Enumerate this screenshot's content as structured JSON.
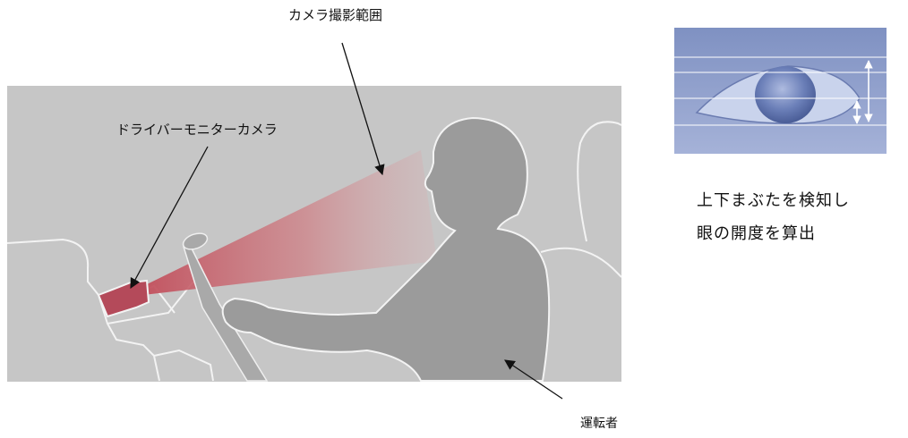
{
  "labels": {
    "camera_range": "カメラ撮影範囲",
    "driver_monitor_camera": "ドライバーモニターカメラ",
    "driver": "運転者",
    "eye_desc_line1": "上下まぶたを検知し",
    "eye_desc_line2": "眼の開度を算出"
  },
  "colors": {
    "scene_background": "#c6c6c6",
    "driver_silhouette": "#9b9b9b",
    "outline": "#f2f2f2",
    "camera_body": "#b44a5a",
    "camera_beam": "#d06a72",
    "eye_background": "#8f9fc9"
  }
}
